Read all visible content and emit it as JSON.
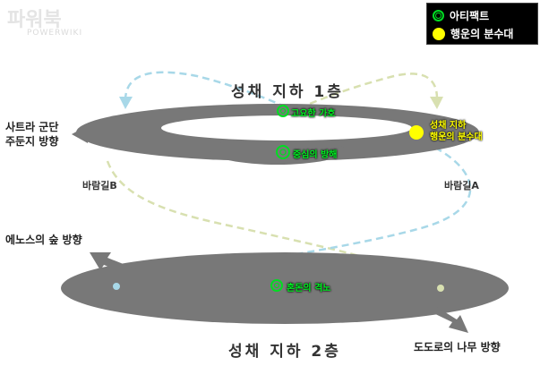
{
  "watermark": {
    "main": "파워북",
    "sub": "POWERWIKI"
  },
  "legend": {
    "artifact_label": "아티팩트",
    "fountain_label": "행운의 분수대"
  },
  "floors": {
    "upper": "성채 지하 1층",
    "lower": "성채 지하 2층"
  },
  "directions": {
    "satra_line1": "사트라 군단",
    "satra_line2": "주둔지 방향",
    "enos": "에노스의 숲 방향",
    "dodoro": "도도로의 나무 방향"
  },
  "winds": {
    "b": "바람길B",
    "a": "바람길A"
  },
  "artifacts": {
    "quiet_protection": "고요한 가호",
    "center_obstacle": "중심의 방해",
    "chaos_wrath": "혼돈의 격노"
  },
  "fountain": {
    "line1": "성채 지하",
    "line2": "행운의 분수대"
  },
  "colors": {
    "platform": "#787878",
    "wind_a": "#a8d8e8",
    "wind_b": "#d8e0b0",
    "artifact": "#00dd22",
    "fountain": "#ffff00",
    "legend_bg": "#000000"
  }
}
